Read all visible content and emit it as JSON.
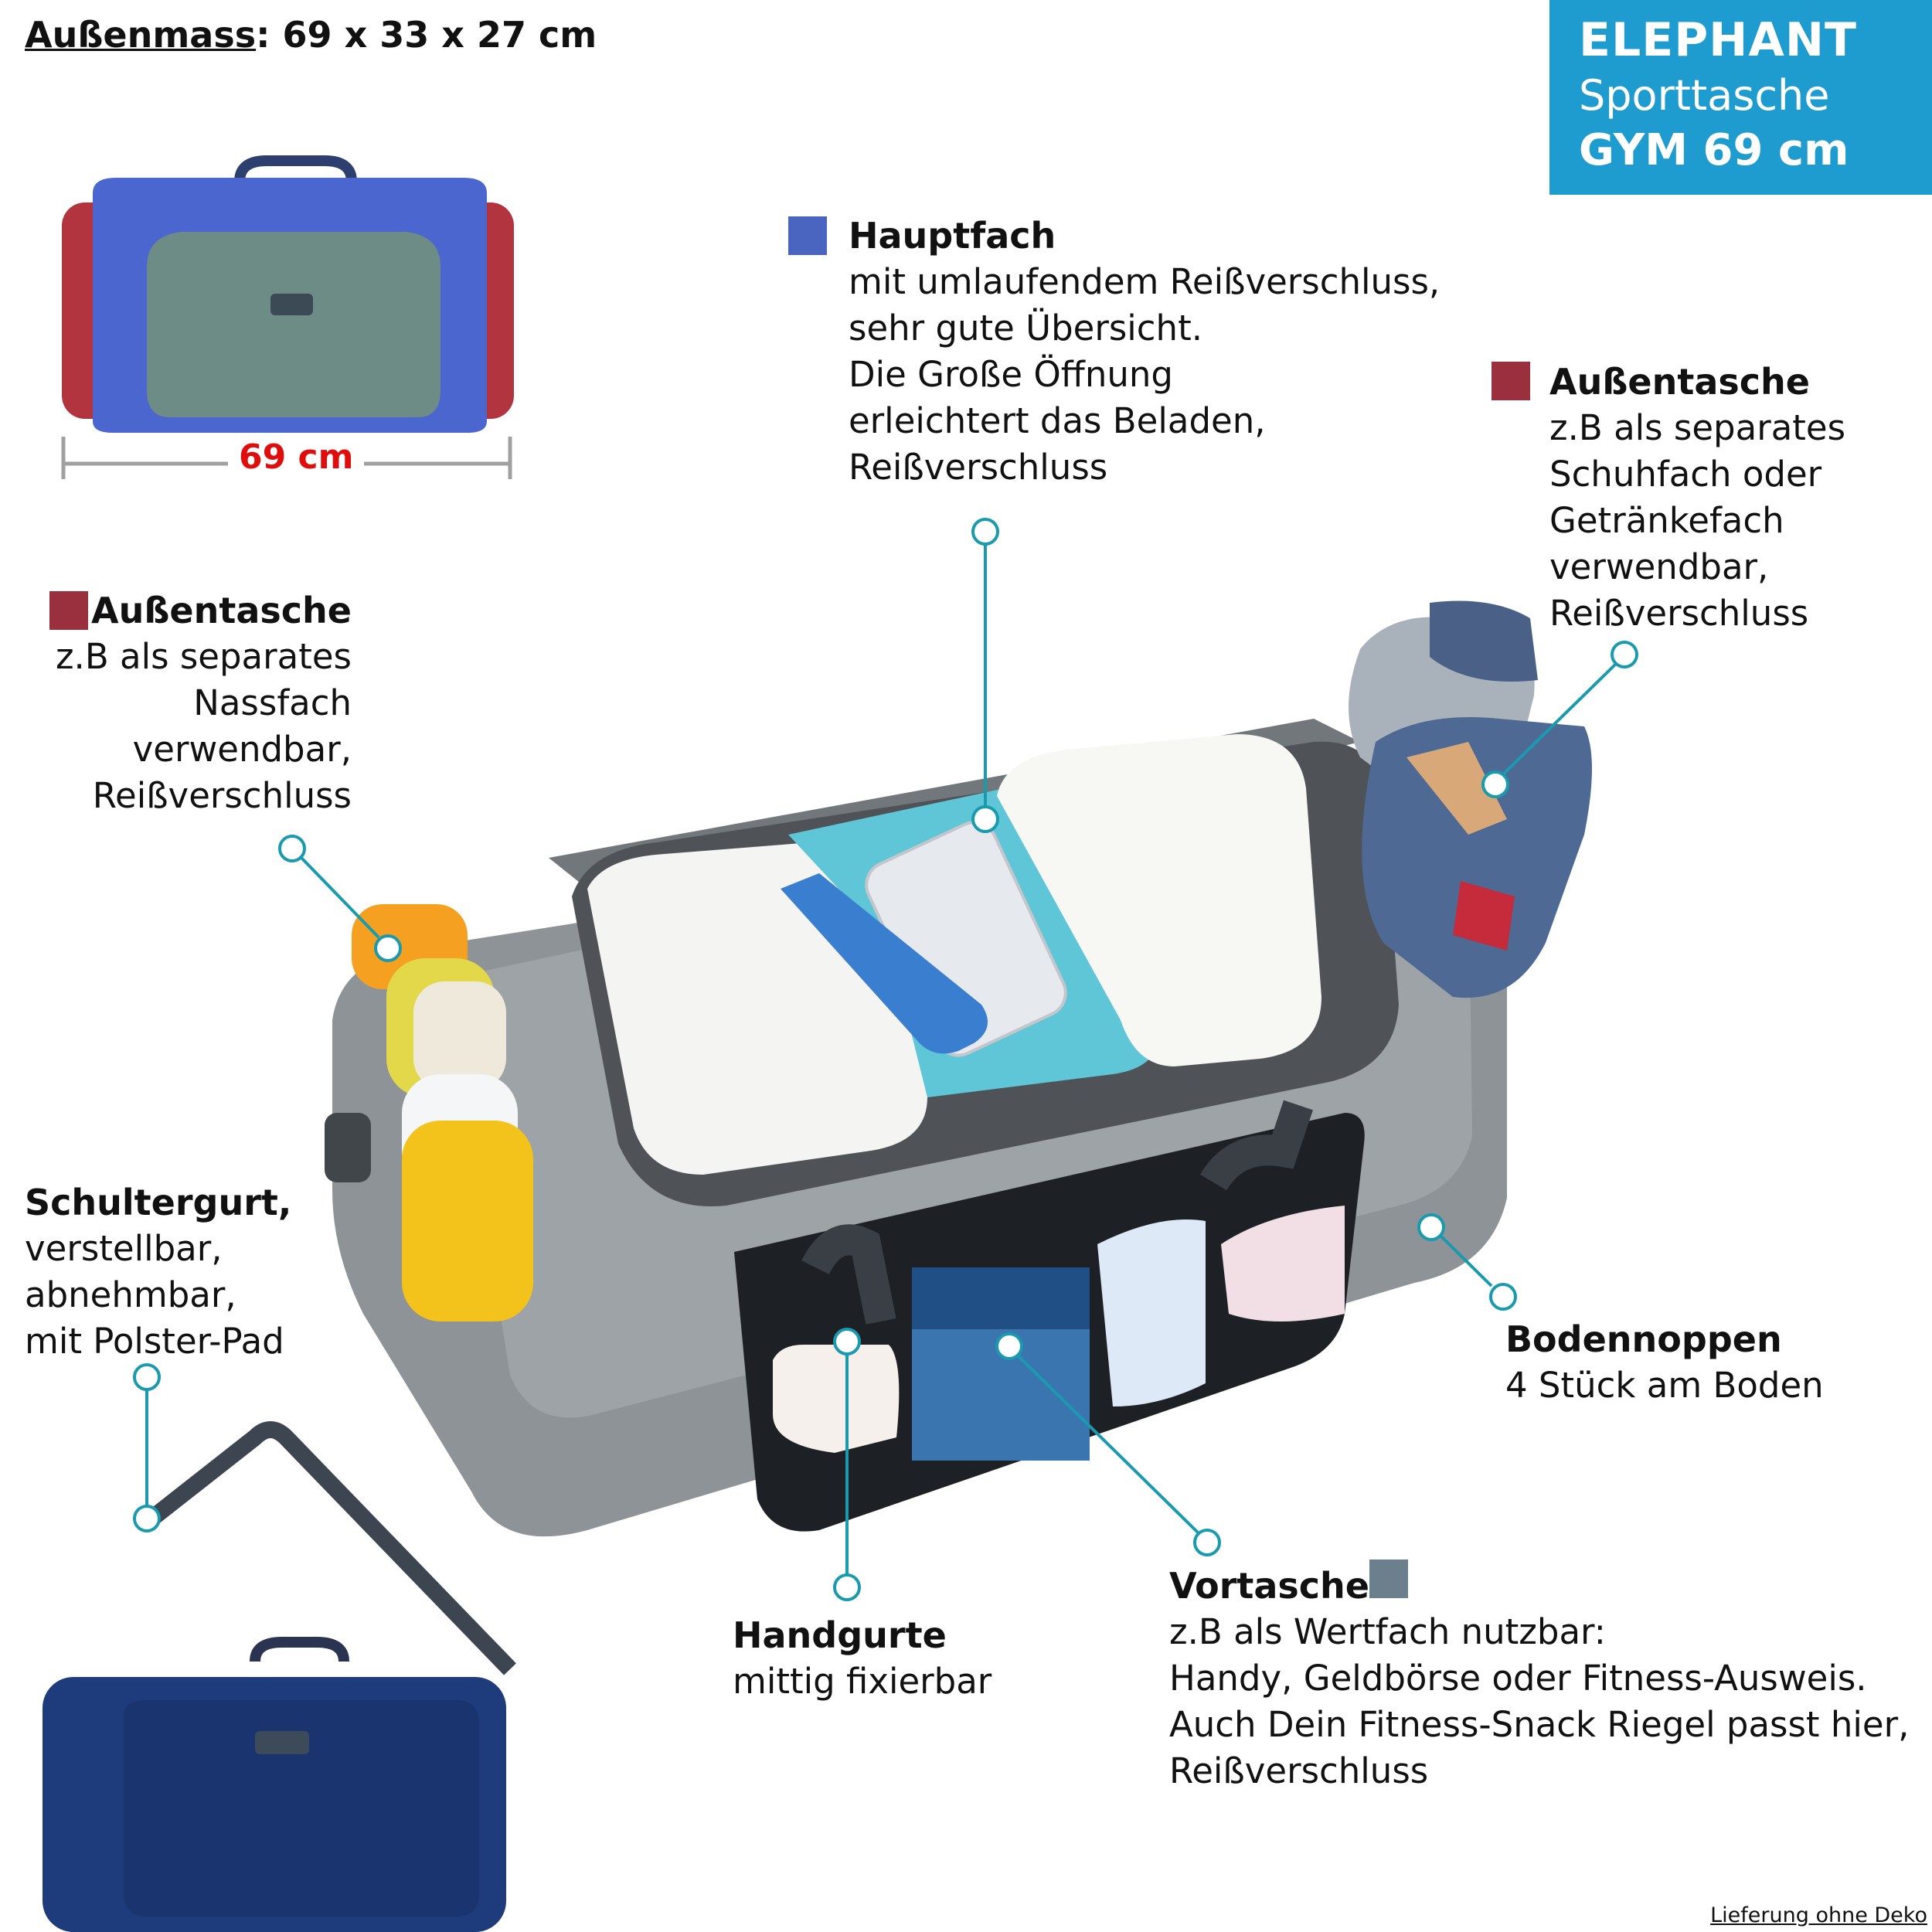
{
  "dimensions": {
    "label": "Außenmass",
    "value": ": 69 x 33 x 27 cm"
  },
  "badge": {
    "brand": "ELEPHANT",
    "product": "Sporttasche",
    "model": "GYM 69 cm"
  },
  "width_label": "69 cm",
  "features": {
    "hauptfach": {
      "title": "Hauptfach",
      "lines": [
        "mit umlaufendem Reißverschluss,",
        "sehr gute Übersicht.",
        "Die Große Öffnung",
        "erleichtert das Beladen,",
        "Reißverschluss"
      ]
    },
    "aussentasche_right": {
      "title": "Außentasche",
      "lines": [
        "z.B als separates",
        "Schuhfach oder",
        "Getränkefach",
        "verwendbar,",
        "Reißverschluss"
      ]
    },
    "aussentasche_left": {
      "title": "Außentasche",
      "lines": [
        "z.B als separates",
        "Nassfach",
        "verwendbar,",
        "Reißverschluss"
      ]
    },
    "schultergurt": {
      "title": "Schultergurt,",
      "lines": [
        "verstellbar,",
        "abnehmbar,",
        "mit Polster-Pad"
      ]
    },
    "bodennoppen": {
      "title": "Bodennoppen",
      "lines": [
        "4 Stück am Boden"
      ]
    },
    "handgurte": {
      "title": "Handgurte",
      "lines": [
        "mittig fixierbar"
      ]
    },
    "vortasche": {
      "title": "Vortasche",
      "lines": [
        "z.B als Wertfach nutzbar:",
        "Handy, Geldbörse oder Fitness-Ausweis.",
        "Auch Dein Fitness-Snack Riegel passt hier,",
        "Reißverschluss"
      ]
    }
  },
  "footer": "Lieferung ohne Deko",
  "colors": {
    "badge_bg": "#1e9ccf",
    "callout": "#1a9aae",
    "swatch_hauptfach": "#4a65c0",
    "swatch_aussentasche": "#9a2f3e",
    "swatch_vortasche": "#6b7f8d",
    "width_label": "#e00d0d"
  }
}
